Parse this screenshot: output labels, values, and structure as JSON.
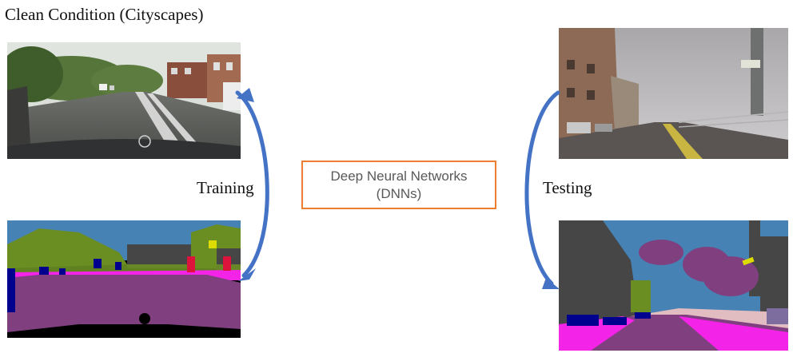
{
  "title": "Clean Condition (Cityscapes)",
  "labels": {
    "training": "Training",
    "testing": "Testing"
  },
  "dnn": {
    "line1": "Deep Neural Networks",
    "line2": "(DNNs)"
  },
  "images": {
    "train_photo": "street-photo-icon",
    "train_seg": "segmentation-map-icon",
    "test_photo": "foggy-street-photo-icon",
    "test_seg": "foggy-segmentation-map-icon"
  },
  "colors": {
    "arrow": "#4472c4",
    "box_border": "#ed7d31",
    "box_text": "#595959",
    "road": "#804080",
    "sidewalk": "#f423e8",
    "building": "#464646",
    "vegetation": "#6b8e23",
    "sky": "#4682b4",
    "car": "#00008e",
    "sign": "#dcdc00"
  }
}
